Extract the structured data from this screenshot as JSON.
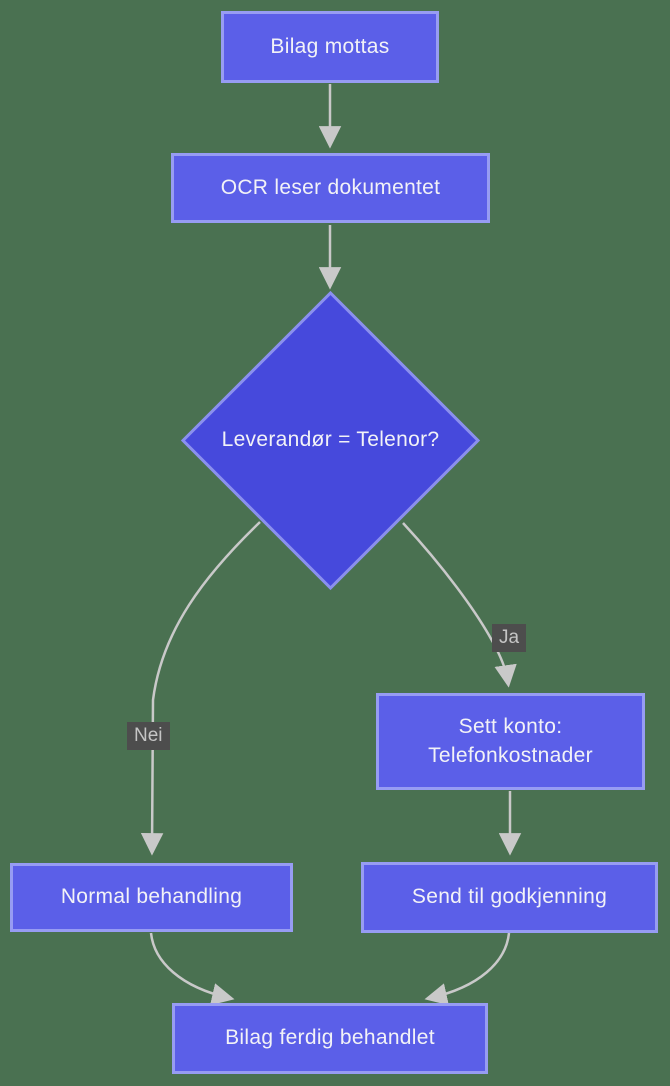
{
  "colors": {
    "background": "#4a7151",
    "node_fill": "#5b5fe8",
    "node_border": "#979cf3",
    "decision_fill": "#4649dc",
    "decision_border": "#8b90ee",
    "node_text": "#f2f2f7",
    "edge": "#c9c9c9",
    "label_bg": "#4d4d4d",
    "label_text": "#c5c5c5"
  },
  "diagram": {
    "type": "flowchart",
    "nodes": {
      "bilag_mottas": {
        "label": "Bilag mottas"
      },
      "ocr": {
        "label": "OCR leser dokumentet"
      },
      "decision": {
        "label": "Leverandør = Telenor?"
      },
      "sett_konto": {
        "label_line1": "Sett konto:",
        "label_line2": "Telefonkostnader"
      },
      "normal": {
        "label": "Normal behandling"
      },
      "send": {
        "label": "Send til godkjenning"
      },
      "ferdig": {
        "label": "Bilag ferdig behandlet"
      }
    },
    "edge_labels": {
      "ja": "Ja",
      "nei": "Nei"
    },
    "edges": [
      {
        "from": "bilag_mottas",
        "to": "ocr"
      },
      {
        "from": "ocr",
        "to": "decision"
      },
      {
        "from": "decision",
        "to": "normal",
        "label": "Nei"
      },
      {
        "from": "decision",
        "to": "sett_konto",
        "label": "Ja"
      },
      {
        "from": "sett_konto",
        "to": "send"
      },
      {
        "from": "normal",
        "to": "ferdig"
      },
      {
        "from": "send",
        "to": "ferdig"
      }
    ]
  }
}
